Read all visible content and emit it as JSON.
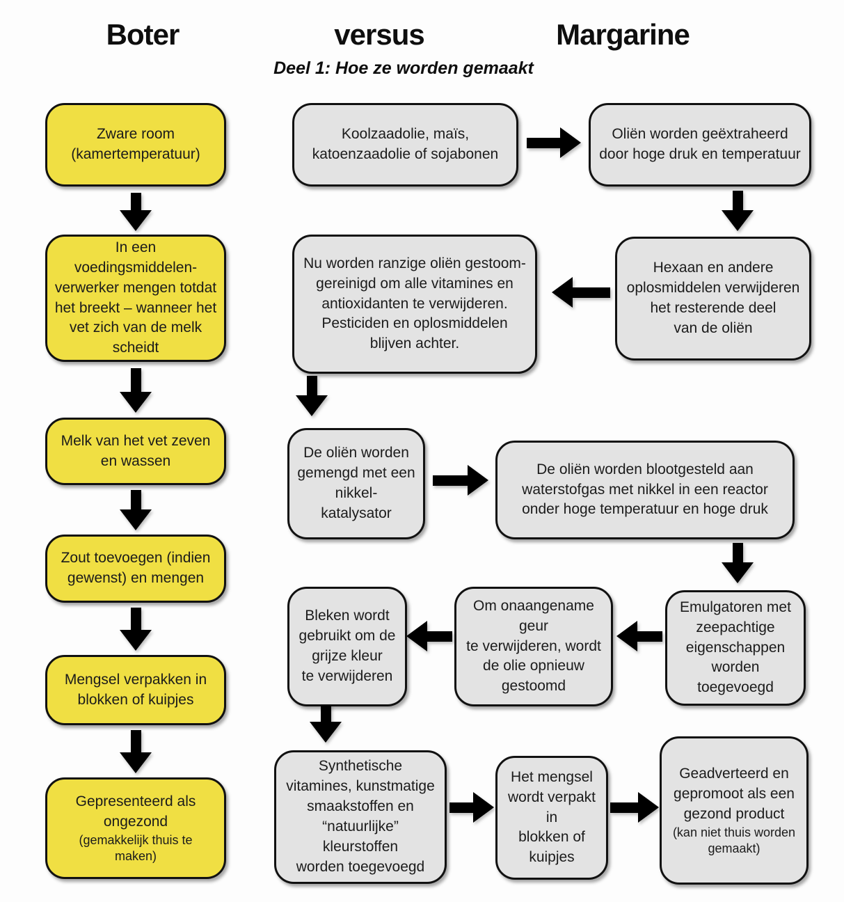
{
  "header": {
    "title_left": "Boter",
    "title_middle": "versus",
    "title_right": "Margarine",
    "subtitle": "Deel 1: Hoe ze worden gemaakt"
  },
  "colors": {
    "butter_fill": "#f0df43",
    "margarine_fill": "#e3e3e3",
    "outline": "#111111",
    "arrow": "#000000",
    "text": "#1b1b1b"
  },
  "butter_flow": {
    "steps": [
      {
        "text": "Zware room\n(kamertemperatuur)"
      },
      {
        "text": "In een voedingsmiddelen-\nverwerker mengen totdat\nhet breekt – wanneer het\nvet zich van de melk\nscheidt"
      },
      {
        "text": "Melk van het vet zeven\nen wassen"
      },
      {
        "text": "Zout toevoegen (indien\ngewenst) en mengen"
      },
      {
        "text": "Mengsel verpakken in\nblokken of kuipjes"
      },
      {
        "text": "Gepresenteerd als\nongezond",
        "note": "(gemakkelijk thuis te\nmaken)"
      }
    ]
  },
  "margarine_flow": {
    "steps": [
      {
        "text": "Koolzaadolie, maïs,\nkatoenzaadolie of sojabonen"
      },
      {
        "text": "Oliën worden geëxtraheerd\ndoor hoge druk en temperatuur"
      },
      {
        "text": "Hexaan en andere\noplosmiddelen verwijderen\nhet resterende deel\nvan de oliën"
      },
      {
        "text": "Nu worden ranzige oliën gestoom-\ngereinigd om alle vitamines en\nantioxidanten te verwijderen.\nPesticiden en oplosmiddelen\nblijven achter."
      },
      {
        "text": "De oliën worden\ngemengd met een\nnikkel-\nkatalysator"
      },
      {
        "text": "De oliën worden blootgesteld aan\nwaterstofgas met nikkel in een reactor\nonder hoge temperatuur en hoge druk"
      },
      {
        "text": "Emulgatoren met\nzeepachtige\neigenschappen\nworden toegevoegd"
      },
      {
        "text": "Om onaangename geur\nte verwijderen, wordt\nde olie opnieuw\ngestoomd"
      },
      {
        "text": "Bleken wordt\ngebruikt om de\ngrijze kleur\nte verwijderen"
      },
      {
        "text": "Synthetische\nvitamines, kunstmatige\nsmaakstoffen en\n“natuurlijke” kleurstoffen\nworden toegevoegd"
      },
      {
        "text": "Het mengsel\nwordt verpakt in\nblokken of\nkuipjes"
      },
      {
        "text": "Geadverteerd en\ngepromoot als een\ngezond product",
        "note": "(kan niet thuis worden\ngemaakt)"
      }
    ]
  }
}
